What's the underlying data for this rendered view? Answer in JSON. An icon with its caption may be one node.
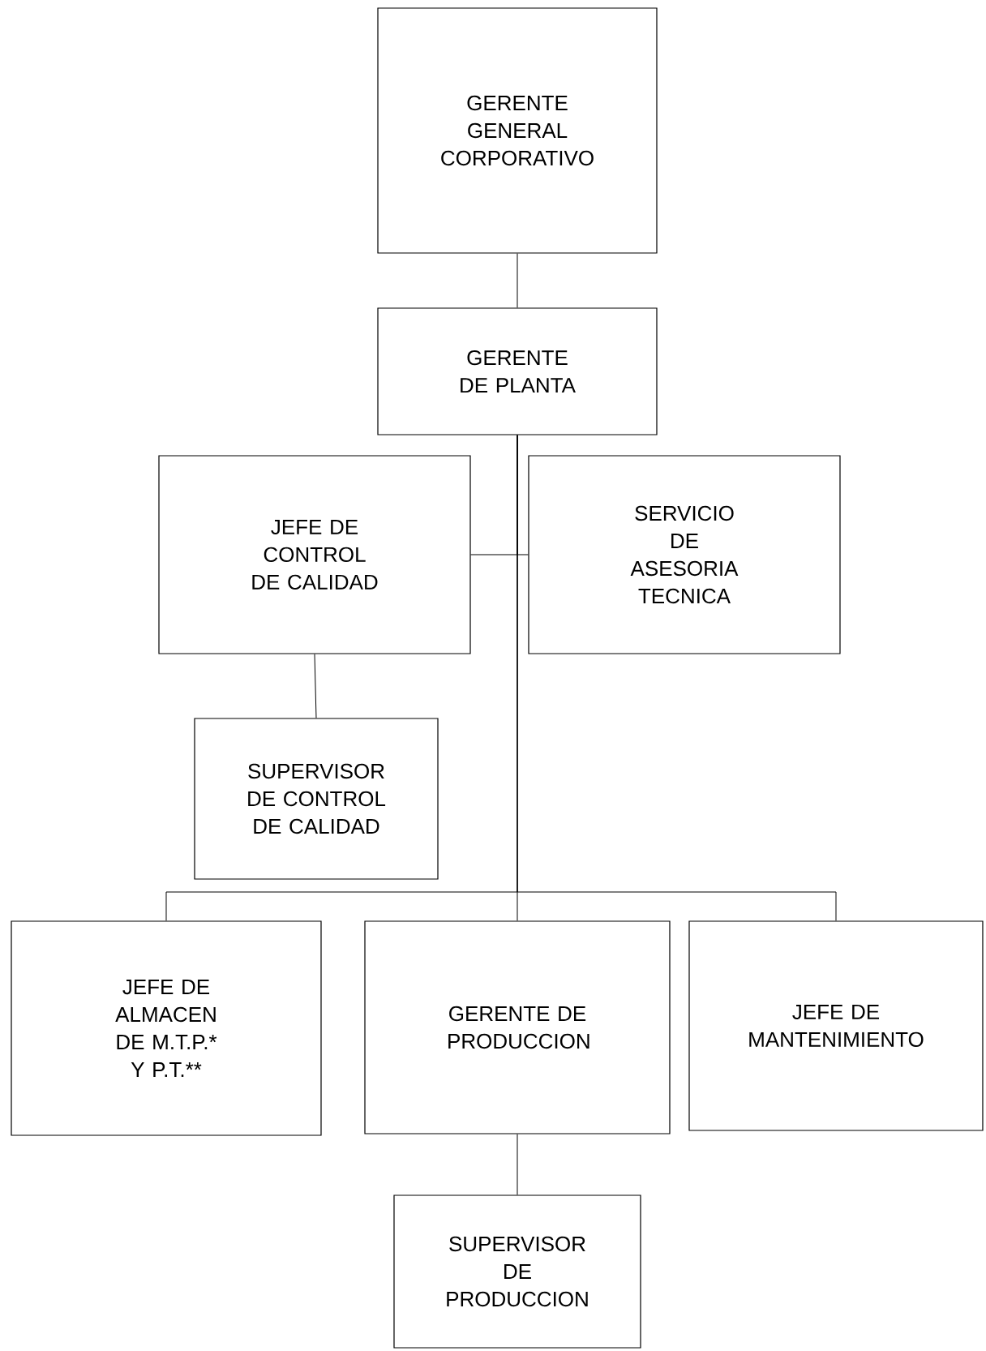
{
  "diagram": {
    "nodes": [
      {
        "text": [
          "GERENTE GENERAL CORPORATIVO"
        ]
      },
      {
        "text": [
          "GERENTE DE PLANTA"
        ]
      },
      {
        "text": [
          "JEFE DE CONTROL DE CALIDAD"
        ]
      },
      {
        "text": [
          "SERVICIO DE ASESORIA TECNICA"
        ]
      },
      {
        "text": [
          "SUPERVISOR DE CONTROL DE CALIDAD"
        ]
      },
      {
        "text": [
          "JEFE DE ALMACEN DE M.T.P.* Y P.T.**"
        ]
      },
      {
        "text": [
          "GERENTE DE PRODUCCION"
        ]
      },
      {
        "text": [
          "JEFE DE MANTENIMIENTO"
        ]
      },
      {
        "text": [
          "SUPERVISOR DE PRODUCCION"
        ]
      }
    ],
    "edges": [
      {
        "from": 0,
        "to": 1,
        "arrow": "none"
      },
      {
        "from": 1,
        "to": 2,
        "arrow": "none"
      },
      {
        "from": 1,
        "to": 3,
        "arrow": "none"
      },
      {
        "from": 2,
        "to": 4,
        "arrow": "none"
      },
      {
        "from": 1,
        "to": 5,
        "arrow": "none"
      },
      {
        "from": 1,
        "to": 6,
        "arrow": "none"
      },
      {
        "from": 1,
        "to": 7,
        "arrow": "none"
      },
      {
        "from": 6,
        "to": 8,
        "arrow": "none"
      }
    ]
  }
}
